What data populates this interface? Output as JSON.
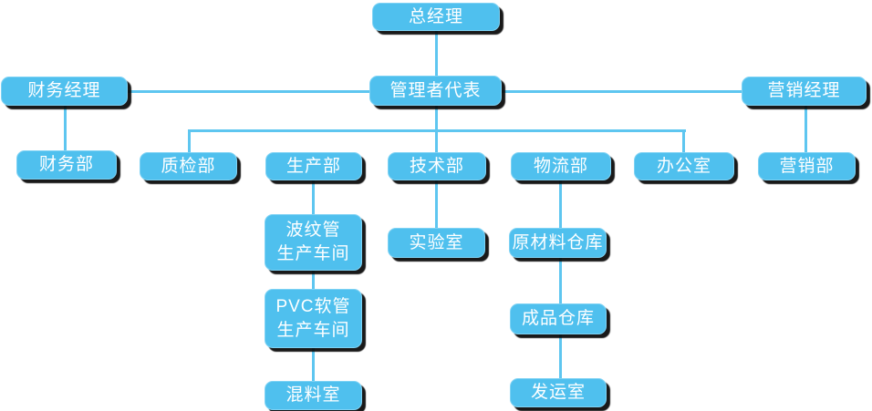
{
  "diagram": {
    "type": "org-chart",
    "background": "#FFFFFF",
    "node_fill": "#4FC0EE",
    "node_border": "#7ED2F4",
    "node_text_color": "#FFFFFF",
    "connector_color": "#5EC6F0",
    "shadow_color": "#0A0A0A"
  },
  "nodes": {
    "general_manager": {
      "label": "总经理"
    },
    "finance_manager": {
      "label": "财务经理"
    },
    "management_representative": {
      "label": "管理者代表"
    },
    "marketing_manager": {
      "label": "营销经理"
    },
    "finance_dept": {
      "label": "财务部"
    },
    "qc_dept": {
      "label": "质检部"
    },
    "production_dept": {
      "label": "生产部"
    },
    "technical_dept": {
      "label": "技术部"
    },
    "logistics_dept": {
      "label": "物流部"
    },
    "office": {
      "label": "办公室"
    },
    "marketing_dept": {
      "label": "营销部"
    },
    "corrugated_pipe_workshop": {
      "label": "波纹管\n生产车间"
    },
    "pvc_hose_workshop": {
      "label": "PVC软管\n生产车间"
    },
    "mixing_room": {
      "label": "混料室"
    },
    "laboratory": {
      "label": "实验室"
    },
    "raw_material_warehouse": {
      "label": "原材料仓库"
    },
    "finished_goods_warehouse": {
      "label": "成品仓库"
    },
    "shipping_room": {
      "label": "发运室"
    }
  },
  "edges": [
    [
      "总经理",
      "管理者代表"
    ],
    [
      "管理者代表",
      "财务经理"
    ],
    [
      "管理者代表",
      "营销经理"
    ],
    [
      "财务经理",
      "财务部"
    ],
    [
      "管理者代表",
      "质检部"
    ],
    [
      "管理者代表",
      "生产部"
    ],
    [
      "管理者代表",
      "技术部"
    ],
    [
      "管理者代表",
      "物流部"
    ],
    [
      "管理者代表",
      "办公室"
    ],
    [
      "营销经理",
      "营销部"
    ],
    [
      "生产部",
      "波纹管生产车间"
    ],
    [
      "波纹管生产车间",
      "PVC软管生产车间"
    ],
    [
      "PVC软管生产车间",
      "混料室"
    ],
    [
      "技术部",
      "实验室"
    ],
    [
      "物流部",
      "原材料仓库"
    ],
    [
      "原材料仓库",
      "成品仓库"
    ],
    [
      "成品仓库",
      "发运室"
    ]
  ]
}
